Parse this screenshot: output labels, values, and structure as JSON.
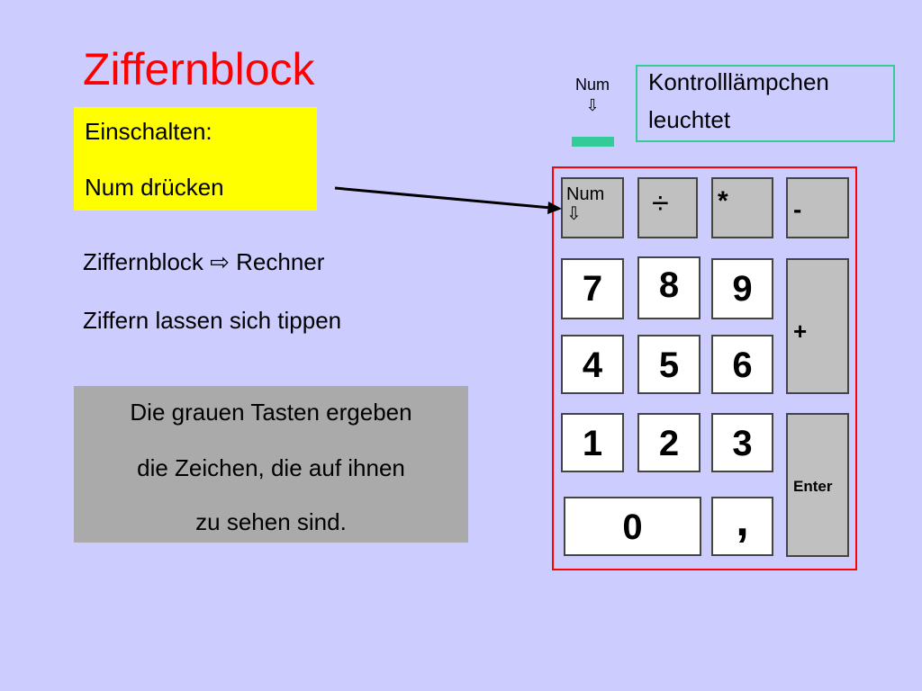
{
  "slide": {
    "title": "Ziffernblock",
    "instruction": {
      "line1": "Einschalten:",
      "line2": "Num drücken"
    },
    "body_lines": [
      "Ziffernblock ⇨ Rechner",
      "Ziffern lassen sich tippen"
    ],
    "note": {
      "line1": "Die grauen Tasten ergeben",
      "line2": "die Zeichen, die auf ihnen",
      "line3": "zu sehen sind."
    },
    "indicator": {
      "label": "Num",
      "arrow": "⇩",
      "lamp_color": "#33cc99"
    },
    "control_note": {
      "line1": "Kontrolllämpchen",
      "line2": "leuchtet"
    }
  },
  "keypad": {
    "num_key": {
      "label": "Num",
      "arrow": "⇩"
    },
    "divide_key": "÷",
    "multiply_key": "*",
    "minus_key": "-",
    "plus_key": "+",
    "enter_key": "Enter",
    "digits": {
      "k7": "7",
      "k8": "8",
      "k9": "9",
      "k4": "4",
      "k5": "5",
      "k6": "6",
      "k1": "1",
      "k2": "2",
      "k3": "3",
      "k0": "0"
    },
    "comma_key": ","
  },
  "colors": {
    "background": "#ccccff",
    "title": "#ff0000",
    "instruction_bg": "#ffff00",
    "note_bg": "#aaaaaa",
    "keypad_border": "#ff0000",
    "control_border": "#33cc99",
    "gray_key": "#c0c0c0",
    "white_key": "#ffffff"
  }
}
